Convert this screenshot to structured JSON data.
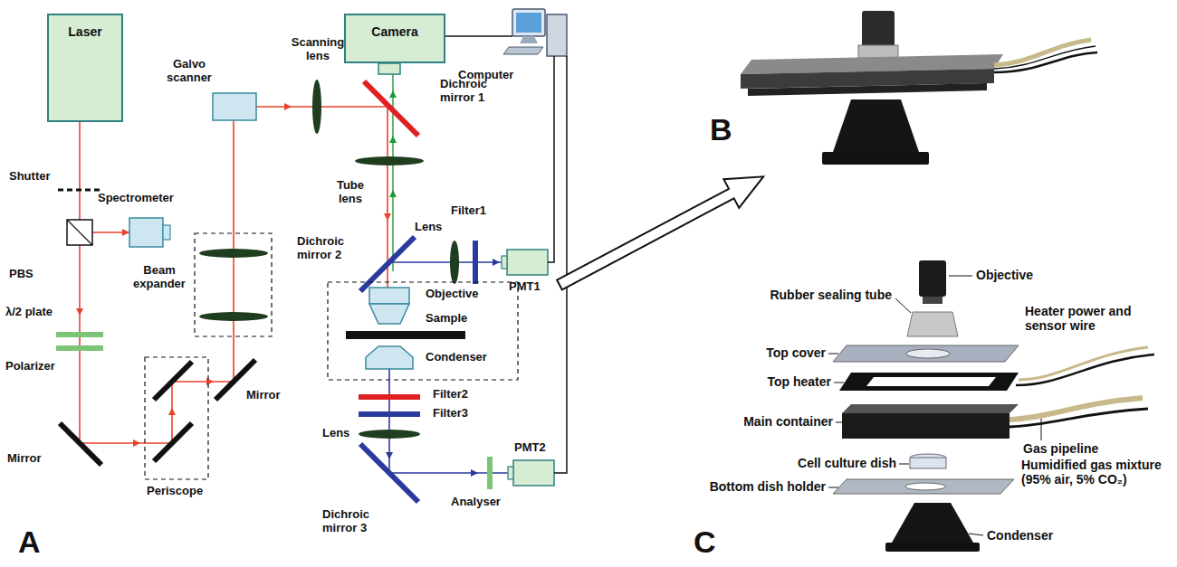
{
  "diagram": {
    "nodes": [
      {
        "text": [
          "Laser"
        ]
      },
      {
        "text": [
          "Camera"
        ]
      }
    ],
    "labels": [
      "Shutter",
      "Spectrometer",
      "PBS",
      "λ/2 plate",
      "Polarizer",
      "Mirror",
      "Periscope",
      "Mirror",
      "Beam expander",
      "Galvo scanner",
      "Scanning lens",
      "Computer",
      "Dichroic mirror 1",
      "Tube lens",
      "Dichroic mirror 2",
      "Filter1",
      "Lens",
      "PMT1",
      "Objective",
      "Sample",
      "Condenser",
      "Filter2",
      "Filter3",
      "Lens",
      "Dichroic mirror 3",
      "Analyser",
      "PMT2",
      "A",
      "B",
      "Objective",
      "Rubber sealing tube",
      "Heater power and sensor wire",
      "Top cover",
      "Top heater",
      "Main container",
      "Gas pipeline",
      "Humidified gas mixture (95% air, 5% CO₂)",
      "Cell culture dish",
      "Bottom dish holder",
      "Condenser",
      "C"
    ]
  }
}
